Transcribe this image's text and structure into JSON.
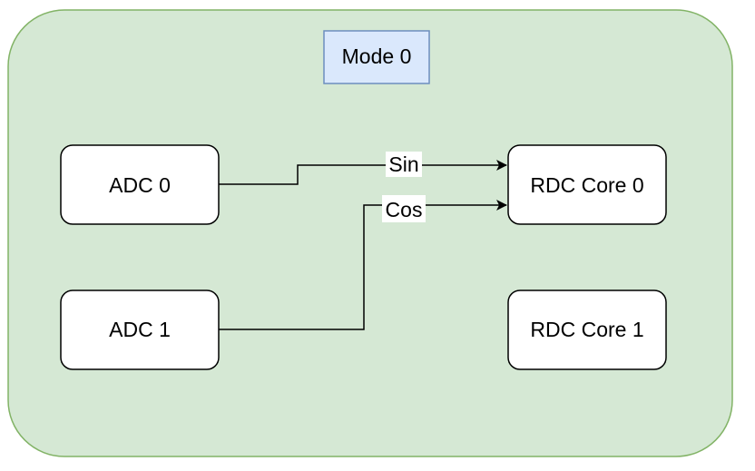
{
  "diagram": {
    "container": {
      "fill": "#d5e8d4",
      "stroke": "#82b366"
    },
    "title_box": {
      "label": "Mode 0",
      "fill": "#dae8fc",
      "stroke": "#6c8ebf"
    },
    "nodes": {
      "adc0": {
        "label": "ADC 0"
      },
      "adc1": {
        "label": "ADC 1"
      },
      "rdc0": {
        "label": "RDC Core 0"
      },
      "rdc1": {
        "label": "RDC Core 1"
      }
    },
    "node_style": {
      "fill": "#ffffff",
      "stroke": "#000000"
    },
    "edges": {
      "sin": {
        "label": "Sin",
        "from": "ADC 0",
        "to": "RDC Core 0"
      },
      "cos": {
        "label": "Cos",
        "from": "ADC 1",
        "to": "RDC Core 0"
      }
    },
    "edge_color": "#000000"
  }
}
